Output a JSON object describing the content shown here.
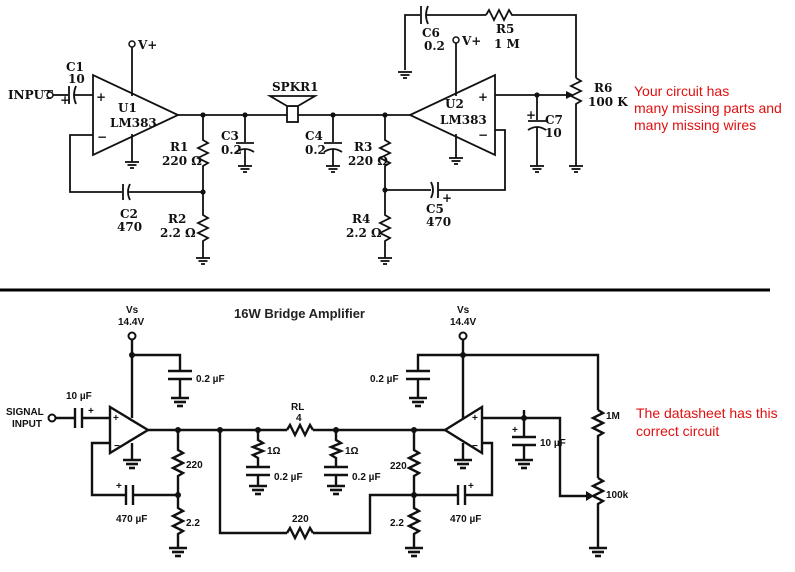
{
  "colors": {
    "annotation": "#e01010",
    "wire": "#111111",
    "divider": "#000000"
  },
  "top_circuit": {
    "input_label": "INPUT",
    "supply_left": "V+",
    "supply_right": "V+",
    "C1": {
      "name": "C1",
      "value": "10"
    },
    "U1": {
      "name": "U1",
      "part": "LM383"
    },
    "C2": {
      "name": "C2",
      "value": "470"
    },
    "R1": {
      "name": "R1",
      "value": "220 Ω"
    },
    "R2": {
      "name": "R2",
      "value": "2.2 Ω"
    },
    "C3": {
      "name": "C3",
      "value": "0.2"
    },
    "SPKR1": {
      "name": "SPKR1"
    },
    "C4": {
      "name": "C4",
      "value": "0.2"
    },
    "R3": {
      "name": "R3",
      "value": "220 Ω"
    },
    "R4": {
      "name": "R4",
      "value": "2.2 Ω"
    },
    "C5": {
      "name": "C5",
      "value": "470"
    },
    "U2": {
      "name": "U2",
      "part": "LM383"
    },
    "C6": {
      "name": "C6",
      "value": "0.2"
    },
    "R5": {
      "name": "R5",
      "value": "1 M"
    },
    "R6": {
      "name": "R6",
      "value": "100 K"
    },
    "C7": {
      "name": "C7",
      "value": "10"
    },
    "plus": "+",
    "minus": "−",
    "annotation": [
      "Your circuit has",
      "many missing parts and",
      "many missing wires"
    ]
  },
  "bottom_circuit": {
    "title": "16W Bridge Amplifier",
    "vs_left": {
      "label": "Vs",
      "value": "14.4V"
    },
    "vs_right": {
      "label": "Vs",
      "value": "14.4V"
    },
    "signal_input": [
      "SIGNAL",
      "INPUT"
    ],
    "cap_in": "10 µF",
    "cap_supply_left": "0.2 µF",
    "cap_supply_right": "0.2 µF",
    "rl_label": "RL",
    "rl_value": "4",
    "res_1ohm_left": "1Ω",
    "res_1ohm_right": "1Ω",
    "cap_02_left": "0.2 µF",
    "cap_02_right": "0.2 µF",
    "res_220_left": "220",
    "res_220_right": "220",
    "res_220_bottom": "220",
    "res_22_left": "2.2",
    "res_22_right": "2.2",
    "cap_470_left": "470 µF",
    "cap_470_right": "470 µF",
    "cap_10_right": "10 µF",
    "res_1M": "1M",
    "pot_100k": "100k",
    "plus": "+",
    "minus": "−",
    "annotation": [
      "The datasheet has this",
      "correct circuit"
    ]
  }
}
